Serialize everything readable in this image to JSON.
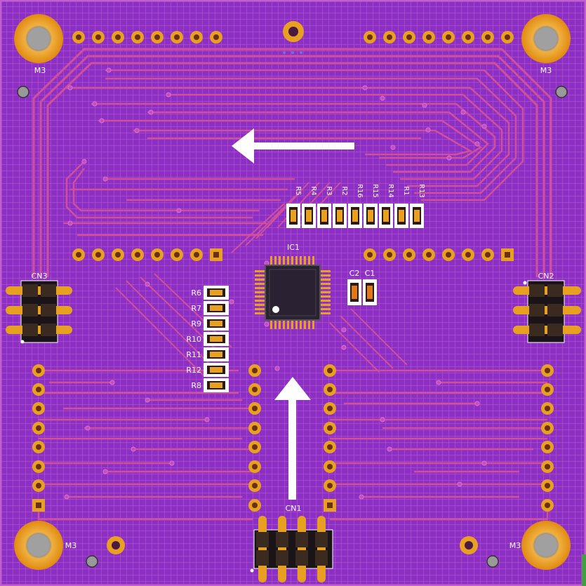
{
  "board": {
    "substrate_color": "#8a2bc2",
    "trace_color": "#d0509a",
    "pad_color": "#e8a020",
    "silkscreen_color": "#ffffff"
  },
  "labels": {
    "mount_tl": "M3",
    "mount_tr": "M3",
    "mount_bl": "M3",
    "mount_br": "M3",
    "ic1": "IC1",
    "cn1": "CN1",
    "cn2": "CN2",
    "cn3": "CN3",
    "c1": "C1",
    "c2": "C2",
    "top_resistors": [
      "R5",
      "R4",
      "R3",
      "R2",
      "R16",
      "R15",
      "R14",
      "R1",
      "R13"
    ],
    "left_resistors": [
      "R6",
      "R7",
      "R9",
      "R10",
      "R11",
      "R12",
      "R8"
    ]
  }
}
